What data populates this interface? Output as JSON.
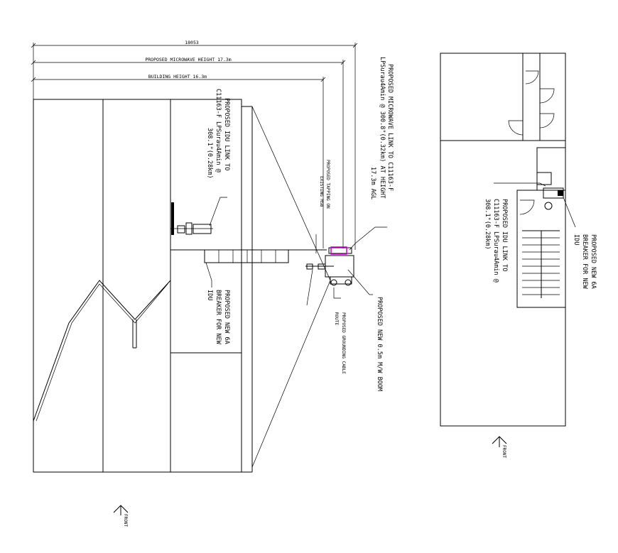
{
  "dimensions": {
    "overall": "18053",
    "microwave_height": "PROPOSED MICROWAVE HEIGHT 17.3m",
    "building_height": "BUILDING HEIGHT 16.3m"
  },
  "elevation_labels": {
    "microwave_link": [
      "PROPOSED MICROWAVE LINK TO C11163-F",
      "LPSurau4Amin @ 300.8°(0.32km) AT HEIGHT",
      "17.3m AGL"
    ],
    "idu_link": [
      "PROPOSED IDU LINK TO",
      "C11163-F LPSurau4Amin @",
      "308.1°(0.28km)"
    ],
    "tapping": [
      "PROPOSED TAPPING ON",
      "EXISTING MSB"
    ],
    "breaker": [
      "PROPOSED NEW 6A",
      "BREAKER FOR NEW",
      "IDU"
    ],
    "grounding": [
      "PROPOSED GROUNDING CABLE",
      "ROUTE"
    ],
    "boom": [
      "PROPOSED NEW 0.5m M/W BOOM"
    ],
    "front": "FRONT"
  },
  "plan_labels": {
    "idu_link": [
      "PROPOSED IDU LINK TO",
      "C11163-F LPSurau4Amin @",
      "308.1°(0.28km)"
    ],
    "breaker": [
      "PROPOSED NEW 6A",
      "BREAKER FOR NEW",
      "IDU"
    ],
    "front": "FRONT"
  },
  "colors": {
    "line": "#000000",
    "highlight": "#cc00cc",
    "background": "#ffffff"
  }
}
